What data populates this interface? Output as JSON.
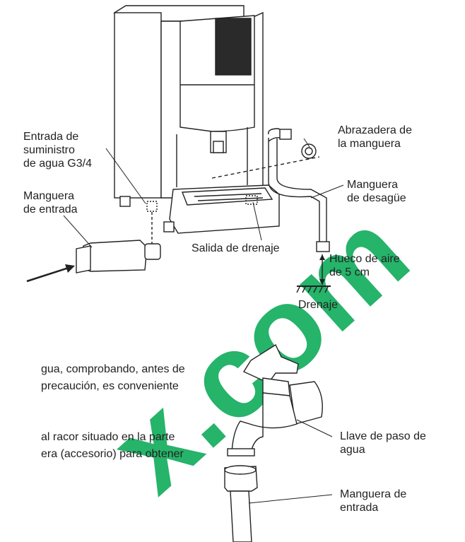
{
  "labels": {
    "water_inlet": [
      "Entrada de",
      "suministro",
      "de agua G3/4"
    ],
    "inlet_hose": [
      "Manguera",
      "de entrada"
    ],
    "hose_clamp": [
      "Abrazadera de",
      "la manguera"
    ],
    "drain_hose": [
      "Manguera",
      "de desagüe"
    ],
    "drain_outlet": "Salida de drenaje",
    "air_gap": [
      "Hueco de aire",
      "de 5 cm"
    ],
    "drain": "Drenaje",
    "water_tap": [
      "Llave de paso de",
      "agua"
    ],
    "inlet_hose_bottom": [
      "Manguera de",
      "entrada"
    ]
  },
  "body_text": {
    "para1": [
      "gua, comprobando, antes de",
      "precaución, es conveniente"
    ],
    "para2": [
      "al racor situado en la parte",
      "era (accesorio) para obtener"
    ]
  },
  "watermark": {
    "text": "x.com",
    "color": "#00a650"
  }
}
